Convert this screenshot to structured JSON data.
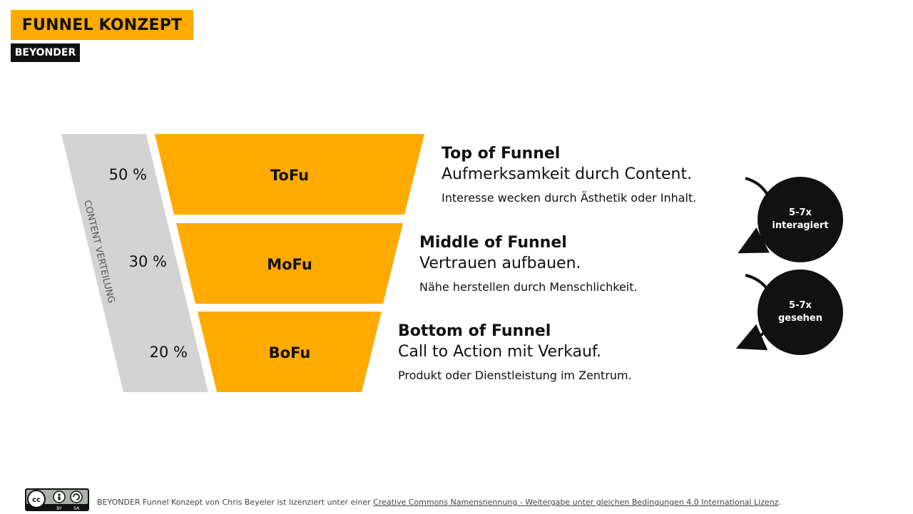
{
  "header": {
    "title": "FUNNEL KONZEPT",
    "brand": "BEYONDER",
    "accent_color": "#FFAA00"
  },
  "distribution": {
    "label": "CONTENT VERTEILUNG",
    "percentages": [
      "50 %",
      "30 %",
      "20 %"
    ]
  },
  "funnel": {
    "stages": [
      {
        "abbr": "ToFu",
        "title": "Top of Funnel",
        "subtitle": "Aufmerksamkeit durch Content.",
        "description": "Interesse wecken durch Ästhetik oder Inhalt."
      },
      {
        "abbr": "MoFu",
        "title": "Middle of Funnel",
        "subtitle": "Vertrauen aufbauen.",
        "description": "Nähe herstellen durch Menschlichkeit."
      },
      {
        "abbr": "BoFu",
        "title": "Bottom of Funnel",
        "subtitle": "Call to Action mit Verkauf.",
        "description": "Produkt oder Dienstleistung im Zentrum."
      }
    ]
  },
  "cycles": [
    {
      "label": "5-7x\ninteragiert"
    },
    {
      "label": "5-7x\ngesehen"
    }
  ],
  "footer": {
    "text": "BEYONDER Funnel Konzept von Chris Beyeler ist lizenziert unter einer ",
    "link": "Creative Commons Namensnennung - Weitergabe unter gleichen Bedingungen 4.0 International Lizenz",
    "end": ".",
    "badge_labels": [
      "BY",
      "SA"
    ]
  }
}
